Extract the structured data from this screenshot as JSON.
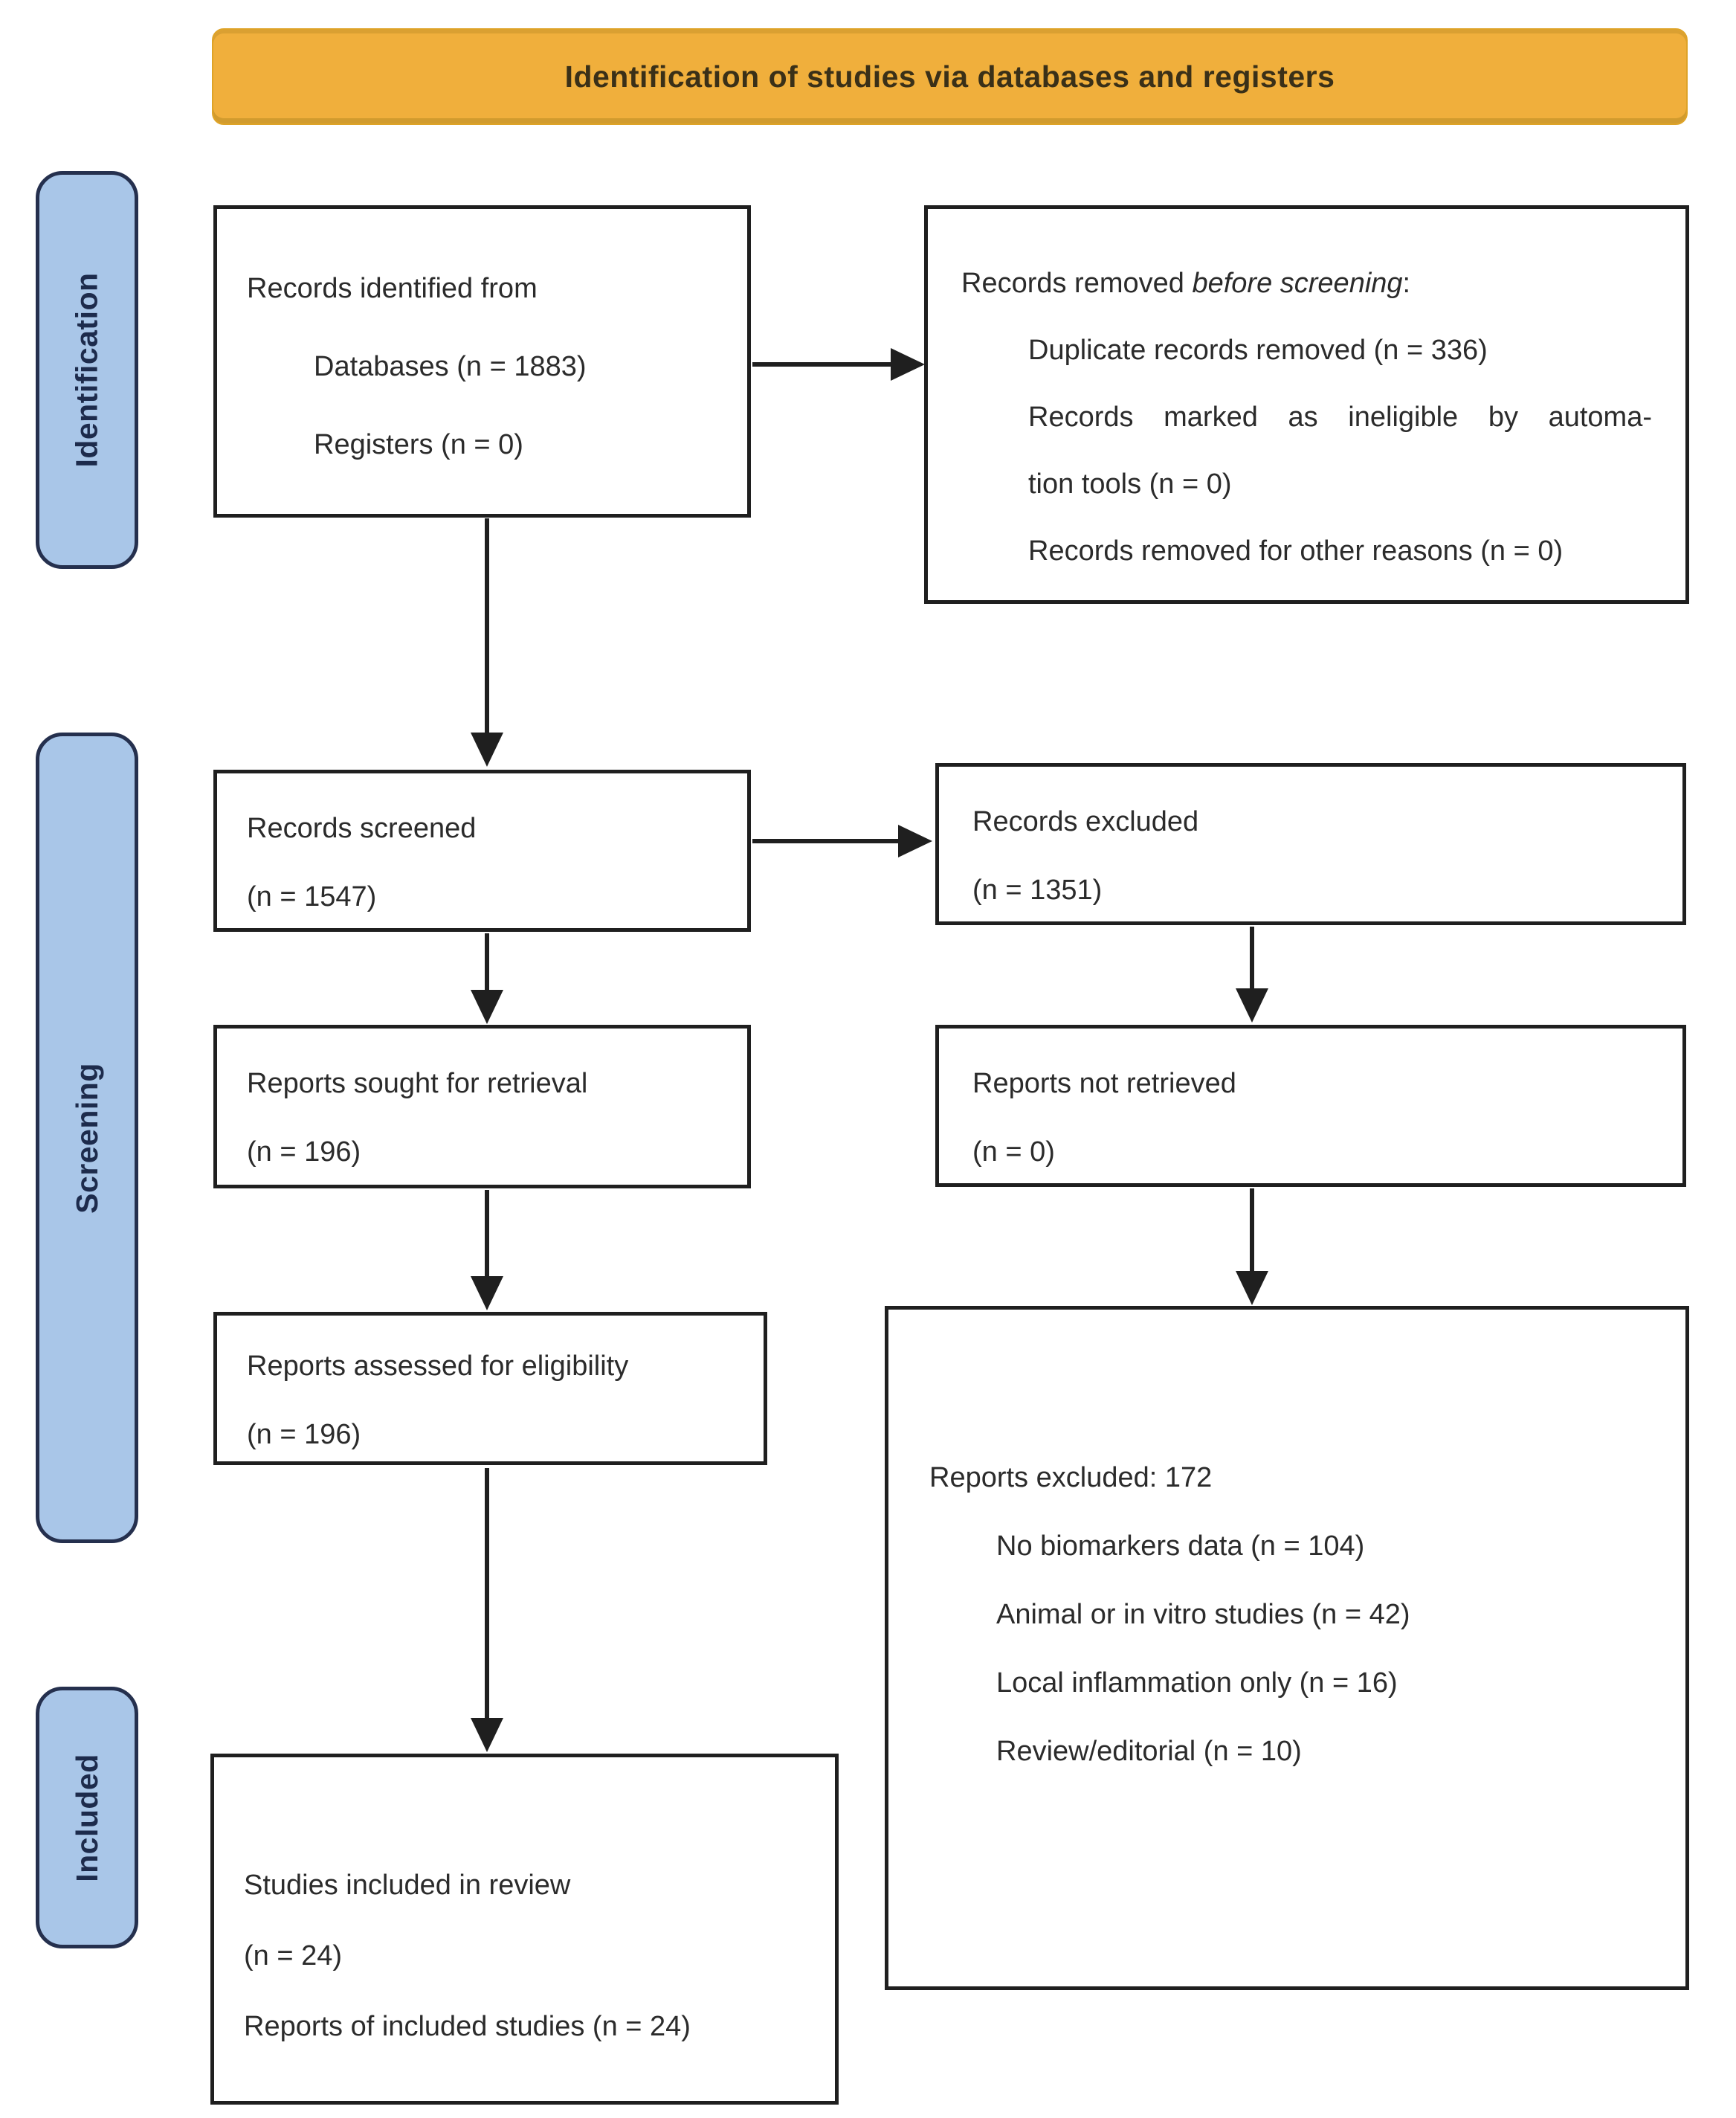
{
  "banner": {
    "title": "Identification of studies via databases and registers"
  },
  "stages": {
    "identification": "Identification",
    "screening": "Screening",
    "included": "Included"
  },
  "boxes": {
    "records_identified": {
      "l1": "Records identified from",
      "l2": "Databases (n = 1883)",
      "l3": "Registers (n = 0)"
    },
    "records_removed": {
      "title_prefix": "Records removed ",
      "title_italic": "before screening",
      "title_suffix": ":",
      "i1": "Duplicate records removed (n = 336)",
      "i2": "Records marked as ineligible by automa-",
      "i3": "tion tools (n = 0)",
      "i4": "Records removed for other reasons (n = 0)"
    },
    "records_screened": {
      "l1": "Records screened",
      "l2": "(n = 1547)"
    },
    "records_excluded": {
      "l1": "Records excluded",
      "l2": "(n = 1351)"
    },
    "reports_sought": {
      "l1": "Reports sought for retrieval",
      "l2": "(n = 196)"
    },
    "reports_not_retrieved": {
      "l1": "Reports not retrieved",
      "l2": "(n = 0)"
    },
    "reports_assessed": {
      "l1": "Reports assessed for eligibility",
      "l2": "(n = 196)"
    },
    "reports_excluded": {
      "title": "Reports excluded: 172",
      "i1": "No biomarkers data (n = 104)",
      "i2": "Animal or in vitro studies (n = 42)",
      "i3": "Local inflammation only (n = 16)",
      "i4": "Review/editorial (n = 10)"
    },
    "studies_included": {
      "l1": "Studies included in review",
      "l2": "(n = 24)",
      "l3": "Reports of included studies (n = 24)"
    }
  },
  "colors": {
    "banner_fill": "#F0AF3C",
    "banner_text": "#3A3018",
    "stage_fill": "#A9C6E8",
    "stage_border": "#25304E",
    "box_border": "#1F1F1F",
    "arrow": "#1F1F1F",
    "text": "#2B2B2B"
  }
}
